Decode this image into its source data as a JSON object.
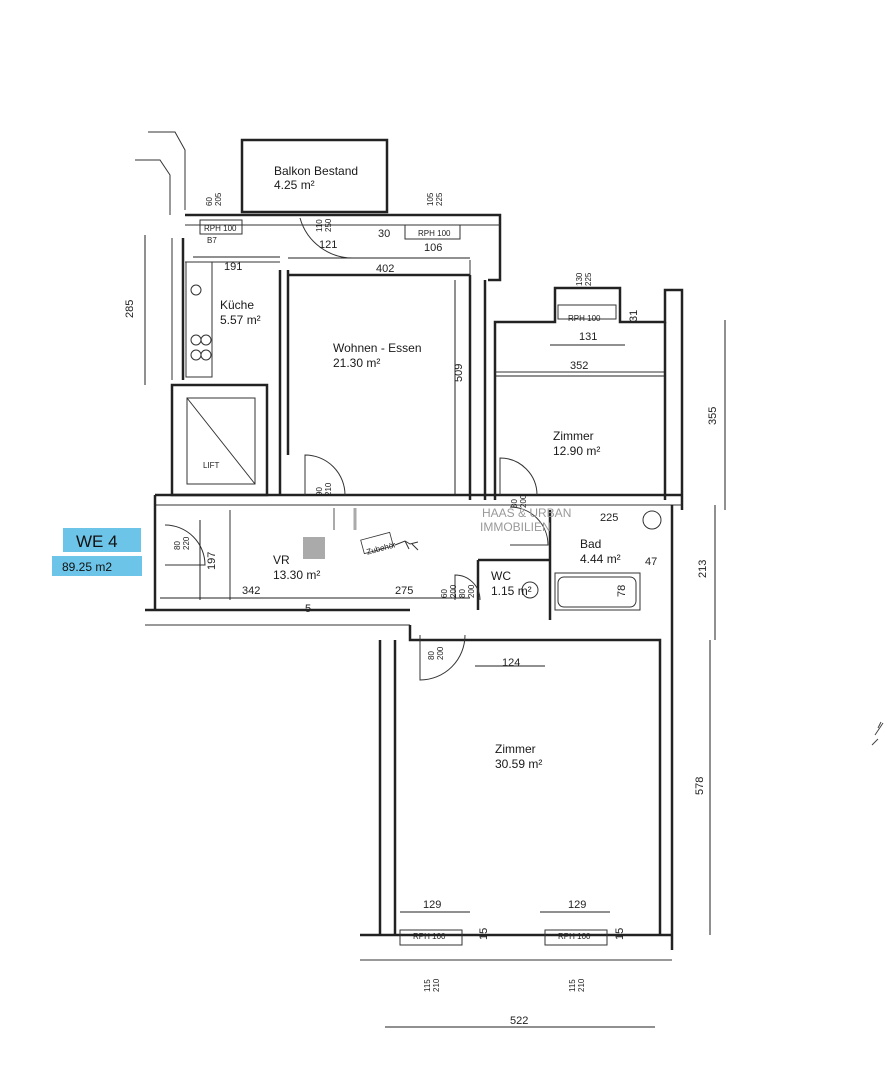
{
  "unit_tag": {
    "name": "WE 4",
    "area": "89.25 m2",
    "color": "#6cc4e8"
  },
  "watermark": {
    "brand_line1": "HAAS & URBAN",
    "brand_line2": "IMMOBILIEN"
  },
  "rooms": {
    "balkon": {
      "name": "Balkon Bestand",
      "area": "4.25 m²"
    },
    "kueche": {
      "name": "Küche",
      "area": "5.57 m²"
    },
    "wohnen": {
      "name": "Wohnen - Essen",
      "area": "21.30 m²"
    },
    "zimmer1": {
      "name": "Zimmer",
      "area": "12.90 m²"
    },
    "vr": {
      "name": "VR",
      "area": "13.30 m²"
    },
    "bad": {
      "name": "Bad",
      "area": "4.44 m²"
    },
    "wc": {
      "name": "WC",
      "area": "1.15 m²"
    },
    "zimmer2": {
      "name": "Zimmer",
      "area": "30.59 m²"
    }
  },
  "dimensions": {
    "d_191": "191",
    "d_402": "402",
    "d_285": "285",
    "d_509": "509",
    "d_121": "121",
    "d_30": "30",
    "d_106": "106",
    "d_131": "131",
    "d_31": "31",
    "d_352": "352",
    "d_355": "355",
    "d_225": "225",
    "d_47": "47",
    "d_213": "213",
    "d_197": "197",
    "d_342": "342",
    "d_275": "275",
    "d_5": "5",
    "d_78": "78",
    "d_124": "124",
    "d_578": "578",
    "d_129a": "129",
    "d_129b": "129",
    "d_522": "522",
    "d_15a": "15",
    "d_15b": "15"
  },
  "openings": {
    "o_60_205": "60\n205",
    "o_110_250": "110\n250",
    "o_105_225": "105\n225",
    "o_130_225": "130\n225",
    "o_90_210a": "90\n210",
    "o_80_200a": "80\n200",
    "o_80_220": "80\n220",
    "o_80_200b": "80\n200",
    "o_60_200": "60\n200",
    "o_80_200c": "80\n200",
    "o_115_210a": "115\n210",
    "o_115_210b": "115\n210"
  },
  "small_labels": {
    "rph_1": "RPH 100",
    "rph_2": "RPH 100",
    "rph_3": "RPH 100",
    "rph_4": "RPH 100",
    "rph_5": "RPH 100",
    "b7": "B7",
    "lift": "LIFT",
    "zubehoer": "Zubehör"
  }
}
